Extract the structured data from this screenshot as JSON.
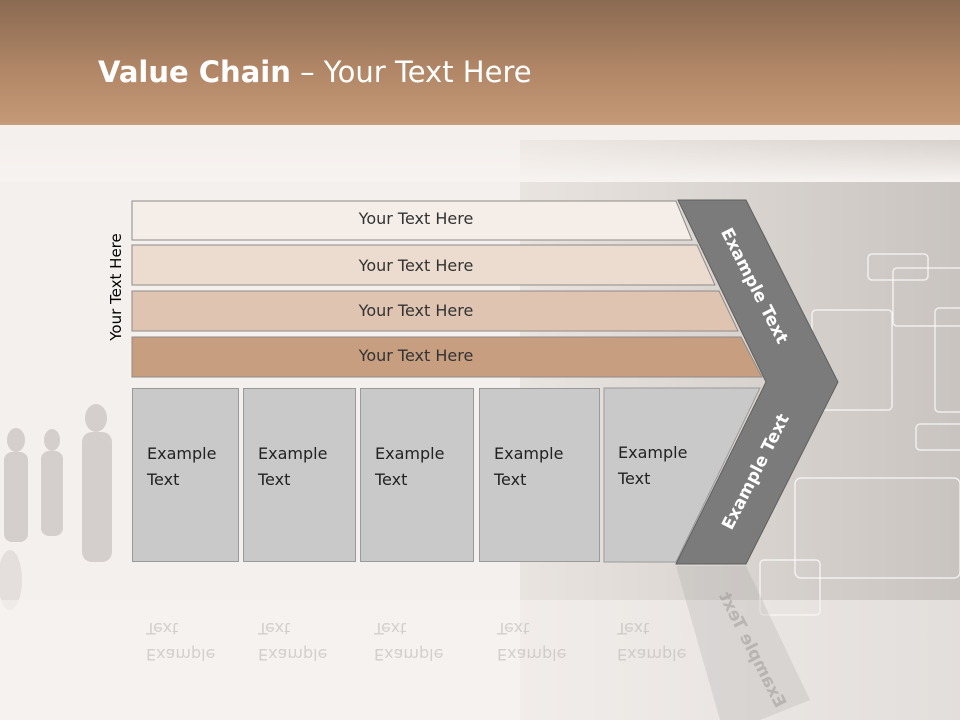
{
  "slide": {
    "title_bold": "Value Chain",
    "title_rest": " – Your Text Here",
    "side_label": "Your Text Here",
    "rows": [
      "Your Text Here",
      "Your Text Here",
      "Your Text Here",
      "Your Text Here"
    ],
    "columns": [
      {
        "line1": "Example",
        "line2": "Text"
      },
      {
        "line1": "Example",
        "line2": "Text"
      },
      {
        "line1": "Example",
        "line2": "Text"
      },
      {
        "line1": "Example",
        "line2": "Text"
      },
      {
        "line1": "Example",
        "line2": "Text"
      }
    ],
    "arrow_top": "Example Text",
    "arrow_bottom": "Example Text"
  },
  "colors": {
    "header": "#a07a5a",
    "row1": "#f4ede8",
    "row2": "#ecdccf",
    "row3": "#dfc4b1",
    "row4": "#c79e80",
    "chevron": "#7b7b7b",
    "column": "#c9c9c9"
  }
}
